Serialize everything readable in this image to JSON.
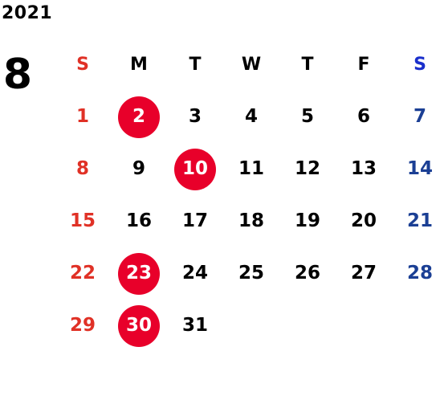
{
  "calendar": {
    "year": "2021",
    "month": "8",
    "weekdays": [
      "S",
      "M",
      "T",
      "W",
      "T",
      "F",
      "S"
    ],
    "leading_blanks": 0,
    "days": [
      "1",
      "2",
      "3",
      "4",
      "5",
      "6",
      "7",
      "8",
      "9",
      "10",
      "11",
      "12",
      "13",
      "14",
      "15",
      "16",
      "17",
      "18",
      "19",
      "20",
      "21",
      "22",
      "23",
      "24",
      "25",
      "26",
      "27",
      "28",
      "29",
      "30",
      "31"
    ],
    "highlighted_days": [
      "2",
      "10",
      "23",
      "30"
    ]
  },
  "colors": {
    "sunday": "#e03126",
    "saturday": "#1b3f94",
    "saturday_header": "#1a2fcc",
    "holiday_circle": "#e8002a",
    "text": "#000000"
  }
}
